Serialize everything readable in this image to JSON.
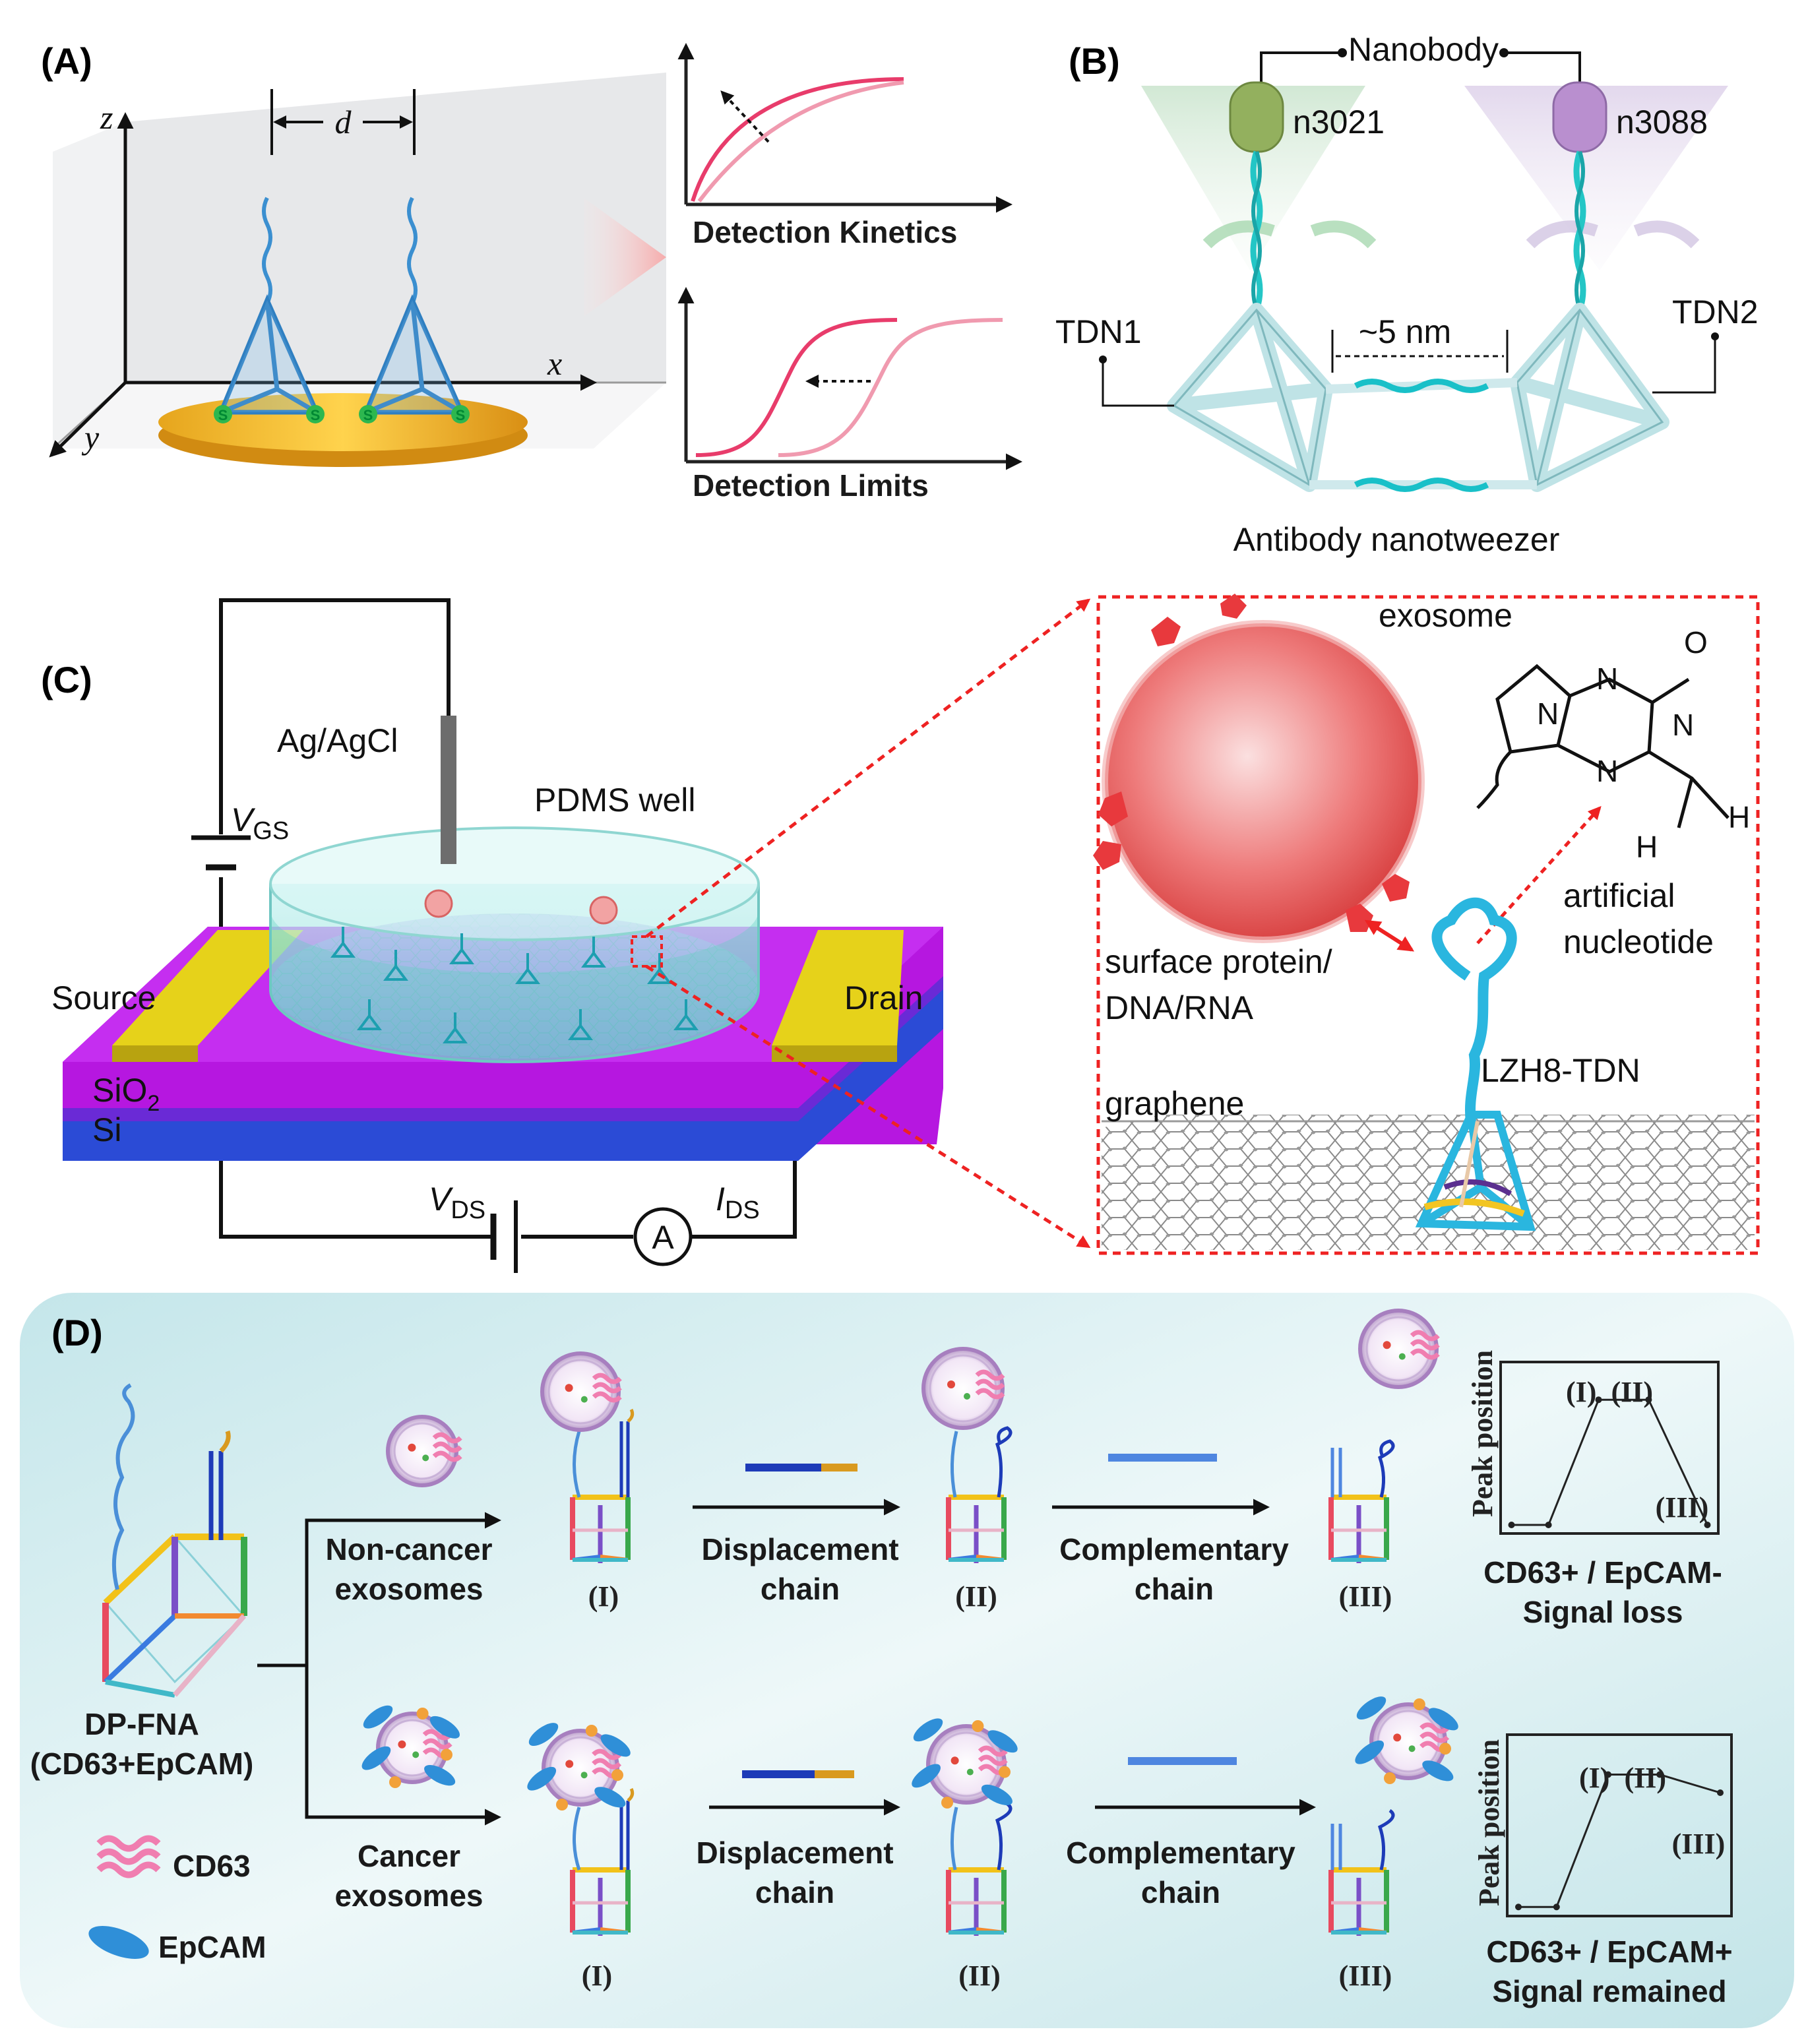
{
  "panels": {
    "a": {
      "label": "(A)",
      "axis_z": "z",
      "axis_x": "x",
      "axis_y": "y",
      "spacing": "d",
      "anchor": "S",
      "kinetics": "Detection Kinetics",
      "limits": "Detection Limits"
    },
    "b": {
      "label": "(B)",
      "nanobody": "Nanobody",
      "n1": "n3021",
      "n2": "n3088",
      "tdn1": "TDN1",
      "tdn2": "TDN2",
      "gap": "~5 nm",
      "caption": "Antibody nanotweezer"
    },
    "c": {
      "label": "(C)",
      "electrode": "Ag/AgCl",
      "vgs_main": "V",
      "vgs_sub": "GS",
      "well": "PDMS well",
      "source": "Source",
      "drain": "Drain",
      "sio2_main": "SiO",
      "sio2_sub": "2",
      "si": "Si",
      "vds_main": "V",
      "vds_sub": "DS",
      "ids_main": "I",
      "ids_sub": "DS",
      "ammeter": "A",
      "exosome": "exosome",
      "atom_o": "O",
      "atom_n": "N",
      "atom_h": "H",
      "artificial1": "artificial",
      "artificial2": "nucleotide",
      "surface1": "surface protein/",
      "surface2": "DNA/RNA",
      "lzh8": "LZH8-TDN",
      "graphene": "graphene"
    },
    "d": {
      "label": "(D)",
      "dpfna1": "DP-FNA",
      "dpfna2": "(CD63+EpCAM)",
      "cd63": "CD63",
      "epcam": "EpCAM",
      "noncancer1": "Non-cancer",
      "noncancer2": "exosomes",
      "cancer1": "Cancer",
      "cancer2": "exosomes",
      "displacement1": "Displacement",
      "displacement2": "chain",
      "complementary1": "Complementary",
      "complementary2": "chain",
      "s1": "(I)",
      "s2": "(II)",
      "s3": "(III)",
      "peak": "Peak  position",
      "top_result1": "CD63+ / EpCAM-",
      "top_result2": "Signal loss",
      "bottom_result1": "CD63+ / EpCAM+",
      "bottom_result2": "Signal remained",
      "top_peak": [
        0.05,
        0.05,
        0.78,
        0.78,
        0.05
      ],
      "bottom_peak": [
        0.05,
        0.05,
        0.78,
        0.78,
        0.68
      ]
    }
  }
}
